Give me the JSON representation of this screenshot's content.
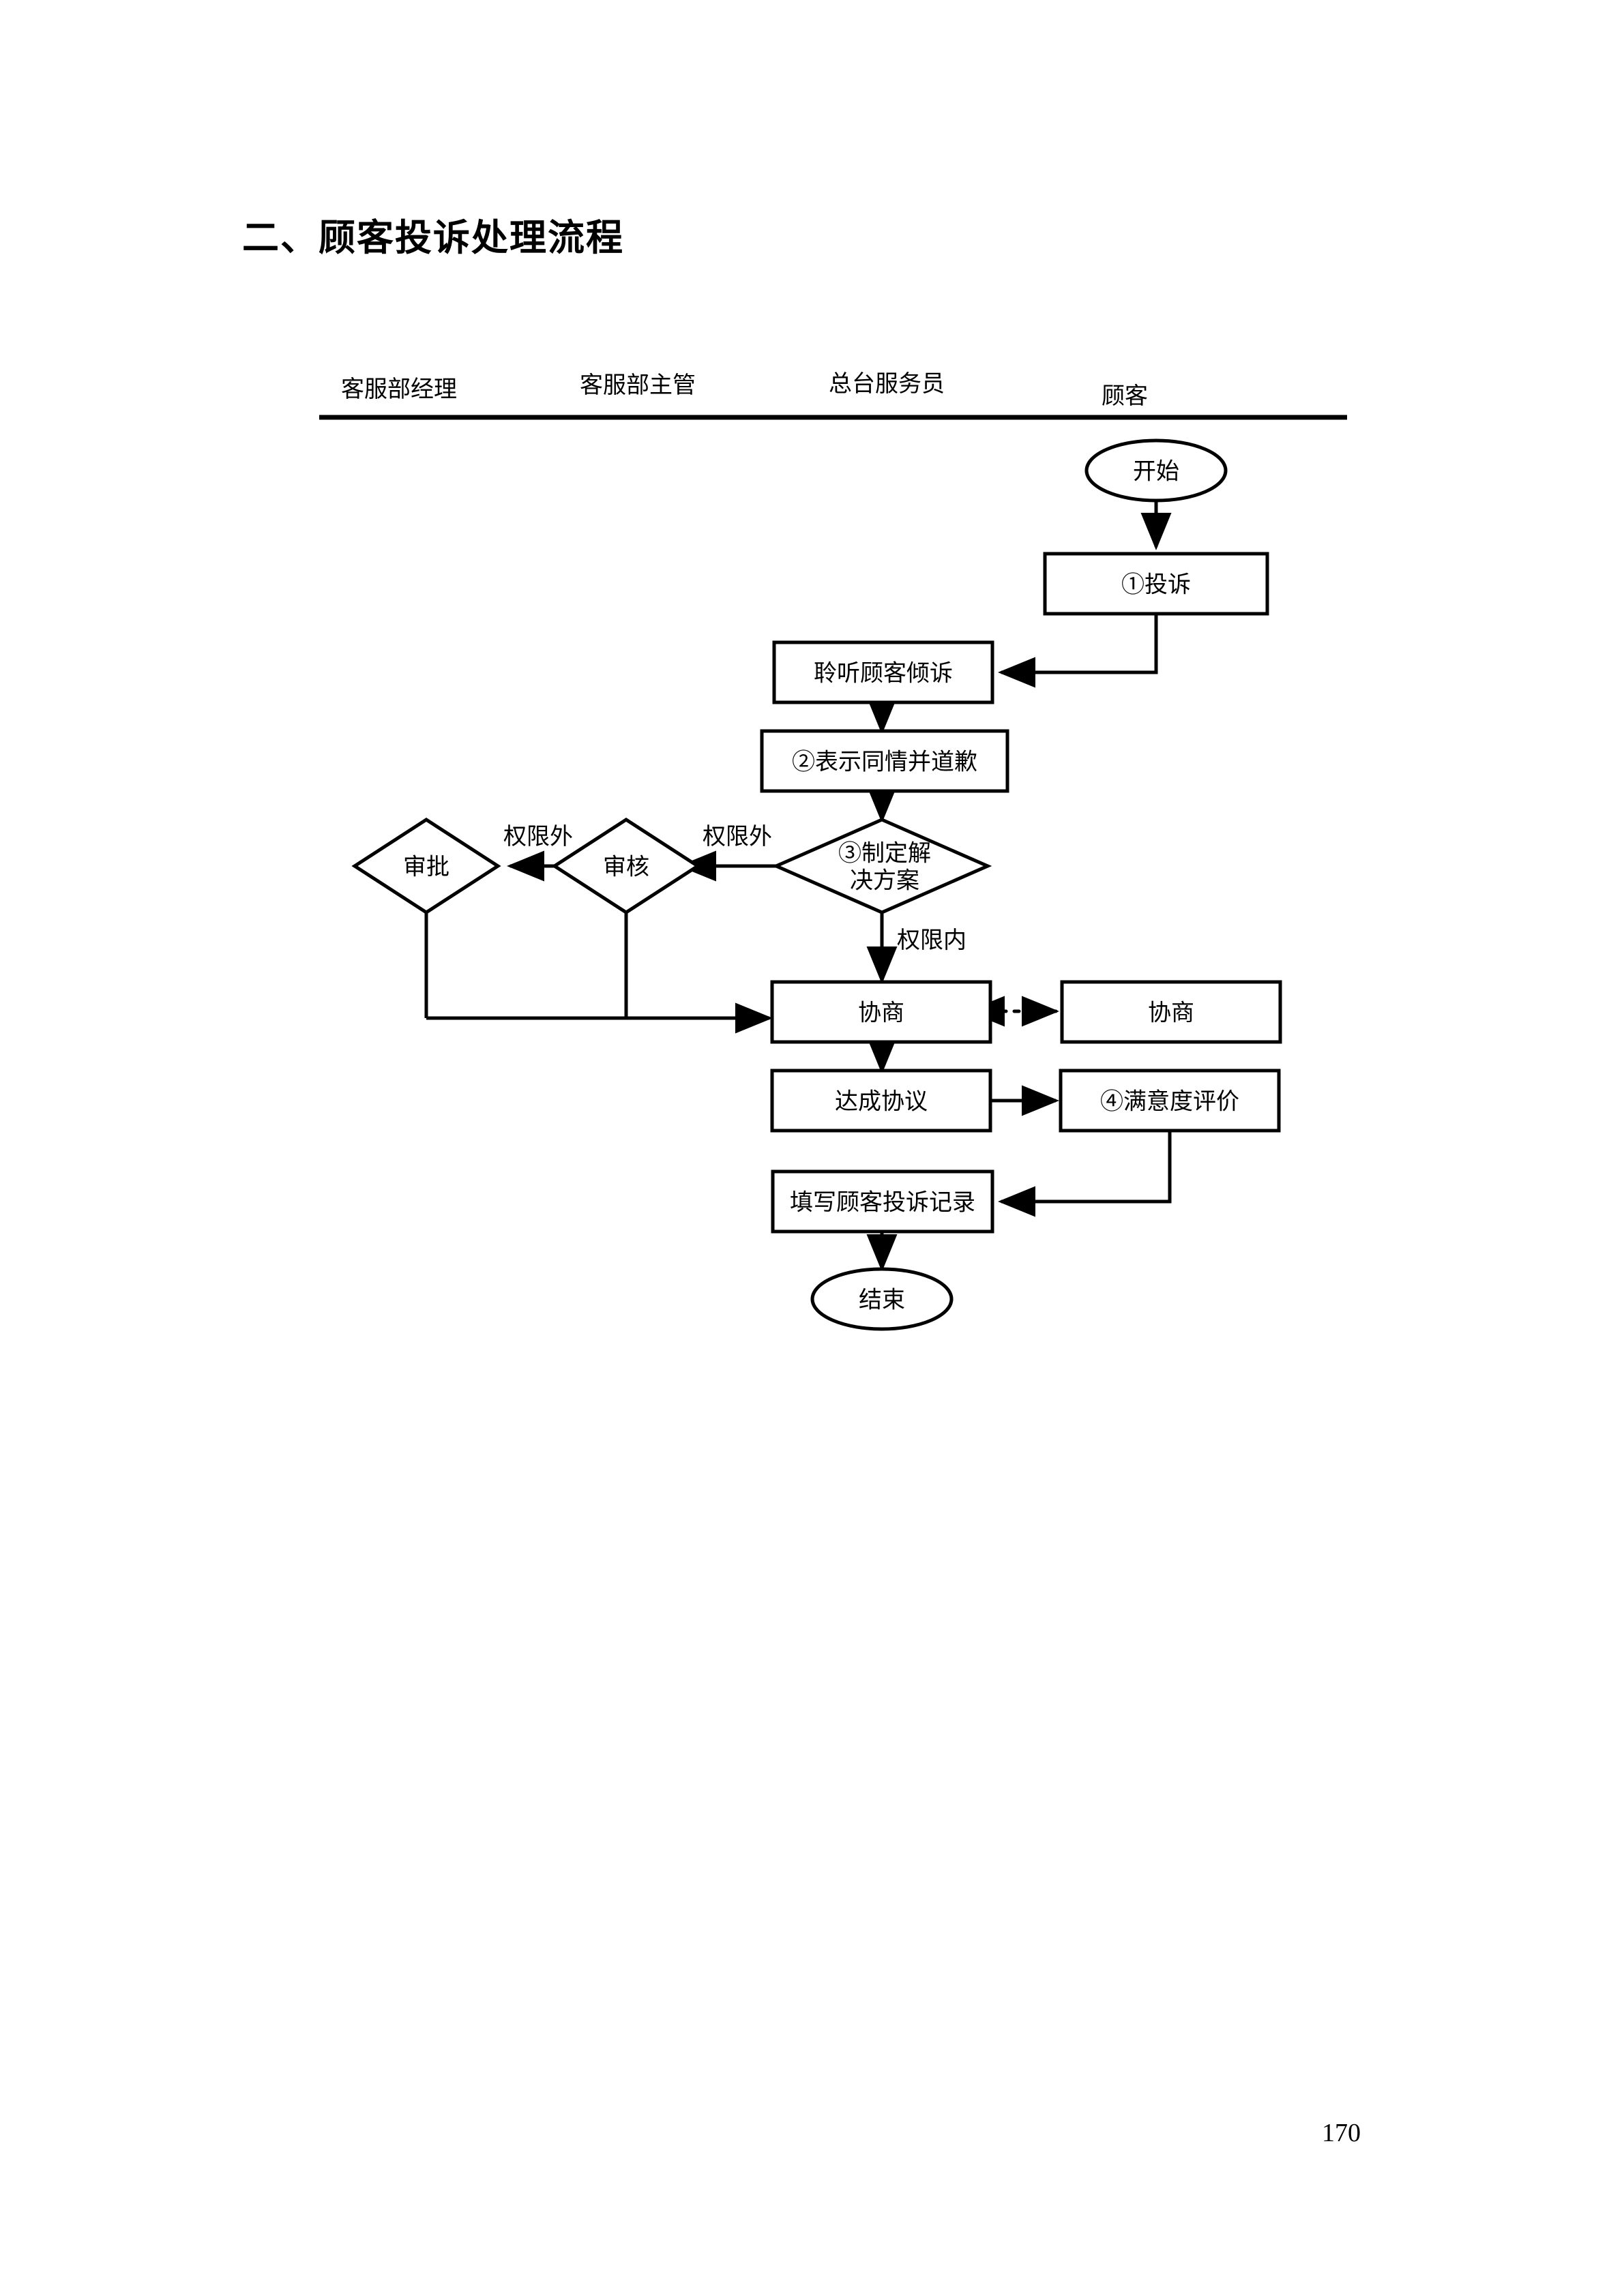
{
  "document": {
    "title": "二、顾客投诉处理流程",
    "page_number": "170"
  },
  "diagram": {
    "type": "swimlane-flowchart",
    "lanes": [
      {
        "id": "lane-manager",
        "label": "客服部经理"
      },
      {
        "id": "lane-supervisor",
        "label": "客服部主管"
      },
      {
        "id": "lane-front-desk",
        "label": "总台服务员"
      },
      {
        "id": "lane-customer",
        "label": "顾客"
      }
    ],
    "nodes": [
      {
        "id": "start",
        "label": "开始",
        "shape": "ellipse",
        "lane": "lane-customer"
      },
      {
        "id": "complain",
        "label": "①投诉",
        "shape": "process",
        "lane": "lane-customer"
      },
      {
        "id": "listen",
        "label": "聆听顾客倾诉",
        "shape": "process",
        "lane": "lane-front-desk"
      },
      {
        "id": "apologize",
        "label": "②表示同情并道歉",
        "shape": "process",
        "lane": "lane-front-desk"
      },
      {
        "id": "solution",
        "label": "③制定解",
        "label2": "决方案",
        "shape": "decision",
        "lane": "lane-front-desk"
      },
      {
        "id": "review",
        "label": "审核",
        "shape": "decision",
        "lane": "lane-supervisor"
      },
      {
        "id": "approve",
        "label": "审批",
        "shape": "decision",
        "lane": "lane-manager"
      },
      {
        "id": "negotiate",
        "label": "协商",
        "shape": "process",
        "lane": "lane-front-desk"
      },
      {
        "id": "negotiate-cust",
        "label": "协商",
        "shape": "process",
        "lane": "lane-customer"
      },
      {
        "id": "agreement",
        "label": "达成协议",
        "shape": "process",
        "lane": "lane-front-desk"
      },
      {
        "id": "satisfaction",
        "label": "④满意度评价",
        "shape": "process",
        "lane": "lane-customer"
      },
      {
        "id": "record",
        "label": "填写顾客投诉记录",
        "shape": "process",
        "lane": "lane-front-desk"
      },
      {
        "id": "end",
        "label": "结束",
        "shape": "ellipse",
        "lane": "lane-front-desk"
      }
    ],
    "edges": [
      {
        "from": "start",
        "to": "complain",
        "label": ""
      },
      {
        "from": "complain",
        "to": "listen",
        "label": ""
      },
      {
        "from": "listen",
        "to": "apologize",
        "label": ""
      },
      {
        "from": "apologize",
        "to": "solution",
        "label": ""
      },
      {
        "from": "solution",
        "to": "review",
        "label": "权限外"
      },
      {
        "from": "review",
        "to": "approve",
        "label": "权限外"
      },
      {
        "from": "solution",
        "to": "negotiate",
        "label": "权限内"
      },
      {
        "from": "review",
        "to": "negotiate",
        "label": ""
      },
      {
        "from": "approve",
        "to": "negotiate",
        "label": ""
      },
      {
        "from": "negotiate",
        "to": "negotiate-cust",
        "label": "",
        "style": "dotted-bidirectional"
      },
      {
        "from": "negotiate",
        "to": "agreement",
        "label": ""
      },
      {
        "from": "agreement",
        "to": "satisfaction",
        "label": ""
      },
      {
        "from": "satisfaction",
        "to": "record",
        "label": ""
      },
      {
        "from": "record",
        "to": "end",
        "label": ""
      }
    ],
    "edge_labels": {
      "out_of_authority_1": "权限外",
      "out_of_authority_2": "权限外",
      "within_authority": "权限内"
    }
  }
}
